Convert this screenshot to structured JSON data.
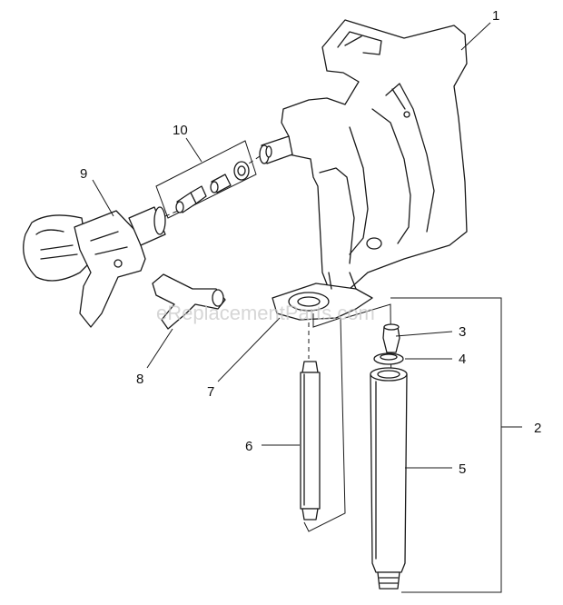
{
  "watermark": "eReplacementParts.com",
  "callouts": {
    "c1": "1",
    "c2": "2",
    "c3": "3",
    "c4": "4",
    "c5": "5",
    "c6": "6",
    "c7": "7",
    "c8": "8",
    "c9": "9",
    "c10": "10"
  }
}
